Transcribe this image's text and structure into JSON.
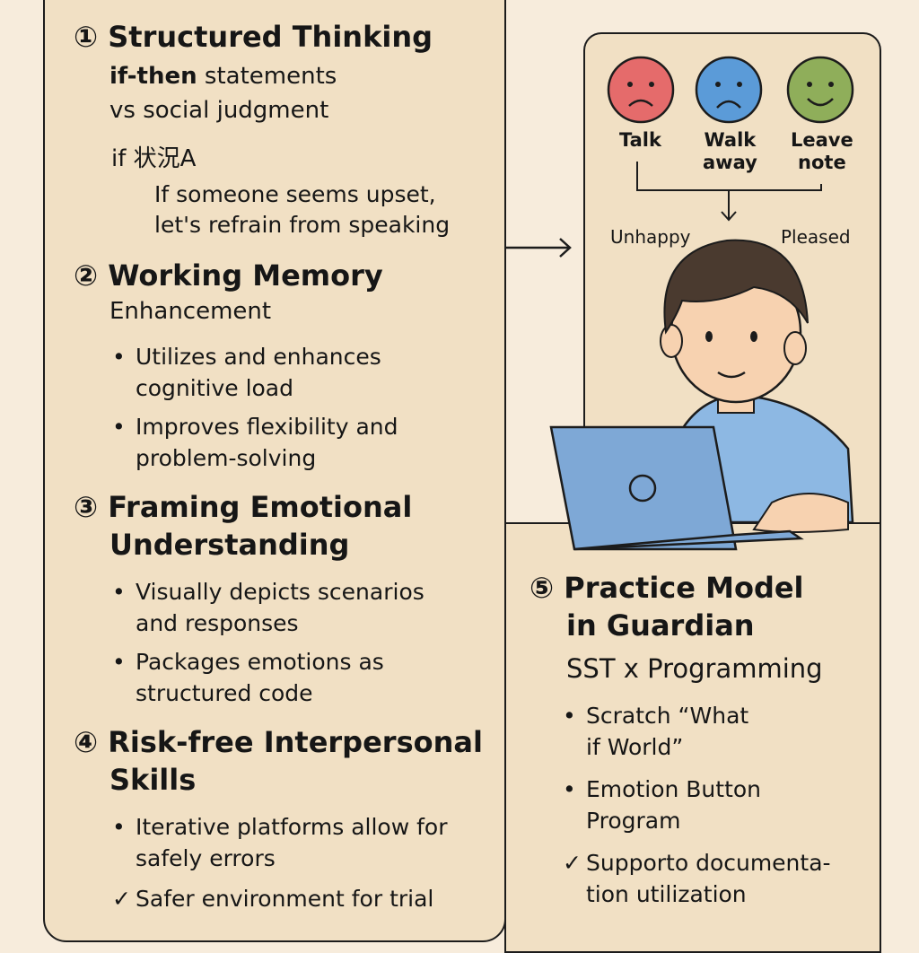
{
  "left": {
    "s1": {
      "title": "① Structured Thinking",
      "line1_bold": "if-then",
      "line1_rest": " statements",
      "line2": "vs social judgment",
      "line3": "if  状況A",
      "example": [
        "If someone seems upset,",
        "let's refrain from speaking"
      ]
    },
    "s2": {
      "title": "② Working Memory",
      "subtitle": "Enhancement",
      "bullets": [
        "Utilizes and enhances",
        "cognitive load",
        "Improves flexibility and",
        "problem-solving"
      ]
    },
    "s3": {
      "title1": "③ Framing Emotional",
      "title2": "Understanding",
      "bullets": [
        "Visually depicts scenarios",
        "and responses",
        "Packages emotions as",
        "structured code"
      ]
    },
    "s4": {
      "title1": "④ Risk-free Interpersonal",
      "title2": "Skills",
      "bullets": [
        "Iterative platforms allow for",
        "safely errors"
      ],
      "check": "Safer environment for trial"
    }
  },
  "illustration": {
    "faces": [
      {
        "label1": "Talk",
        "label2": "",
        "color": "#e56b6b"
      },
      {
        "label1": "Walk",
        "label2": "away",
        "color": "#5b9bd8"
      },
      {
        "label1": "Leave",
        "label2": "note",
        "color": "#8fae5a"
      }
    ],
    "unhappy": "Unhappy",
    "pleased": "Pleased"
  },
  "right": {
    "s5": {
      "title1": "⑤ Practice Model",
      "title2": "in Guardian",
      "subtitle": "SST x Programming",
      "bullets": [
        "Scratch “What",
        "if World”",
        "Emotion Button",
        "Program"
      ],
      "check": [
        "Supporto documenta-",
        "tion utilization"
      ]
    }
  },
  "symbols": {
    "bullet": "•",
    "check": "✓"
  }
}
